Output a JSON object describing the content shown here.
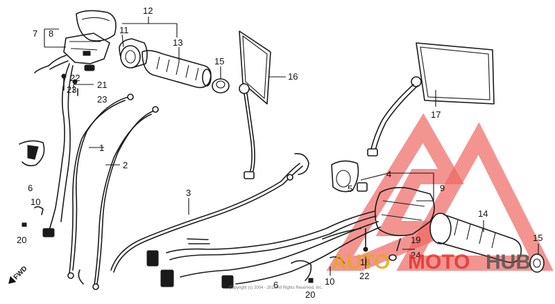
{
  "fwd_label": "FWD",
  "copyright_text": "Copyright (c) 2004 - 2016 All Rights Reserved, Inc.",
  "watermark": {
    "text_auto": "AUTO",
    "text_moto": "MOTO",
    "text_hub": "HUB",
    "color_red": "#e8332e",
    "color_gold": "#e5a623",
    "color_dark": "#555555"
  },
  "callouts": [
    {
      "id": "label-7",
      "text": "7"
    },
    {
      "id": "label-8",
      "text": "8"
    },
    {
      "id": "label-11",
      "text": "11"
    },
    {
      "id": "label-12",
      "text": "12"
    },
    {
      "id": "label-13",
      "text": "13"
    },
    {
      "id": "label-15-top",
      "text": "15"
    },
    {
      "id": "label-16",
      "text": "16"
    },
    {
      "id": "label-22-top",
      "text": "22"
    },
    {
      "id": "label-21",
      "text": "21"
    },
    {
      "id": "label-23-a",
      "text": "23"
    },
    {
      "id": "label-23-b",
      "text": "23"
    },
    {
      "id": "label-1",
      "text": "1"
    },
    {
      "id": "label-2",
      "text": "2"
    },
    {
      "id": "label-6-left",
      "text": "6"
    },
    {
      "id": "label-10-left",
      "text": "10"
    },
    {
      "id": "label-20-left",
      "text": "20"
    },
    {
      "id": "label-3",
      "text": "3"
    },
    {
      "id": "label-17",
      "text": "17"
    },
    {
      "id": "label-4",
      "text": "4"
    },
    {
      "id": "label-5",
      "text": "5"
    },
    {
      "id": "label-9",
      "text": "9"
    },
    {
      "id": "label-14",
      "text": "14"
    },
    {
      "id": "label-19",
      "text": "19"
    },
    {
      "id": "label-24",
      "text": "24"
    },
    {
      "id": "label-18",
      "text": "18"
    },
    {
      "id": "label-22-bottom",
      "text": "22"
    },
    {
      "id": "label-6-bottom",
      "text": "6"
    },
    {
      "id": "label-10-bottom",
      "text": "10"
    },
    {
      "id": "label-20-bottom",
      "text": "20"
    },
    {
      "id": "label-15-right",
      "text": "15"
    }
  ]
}
